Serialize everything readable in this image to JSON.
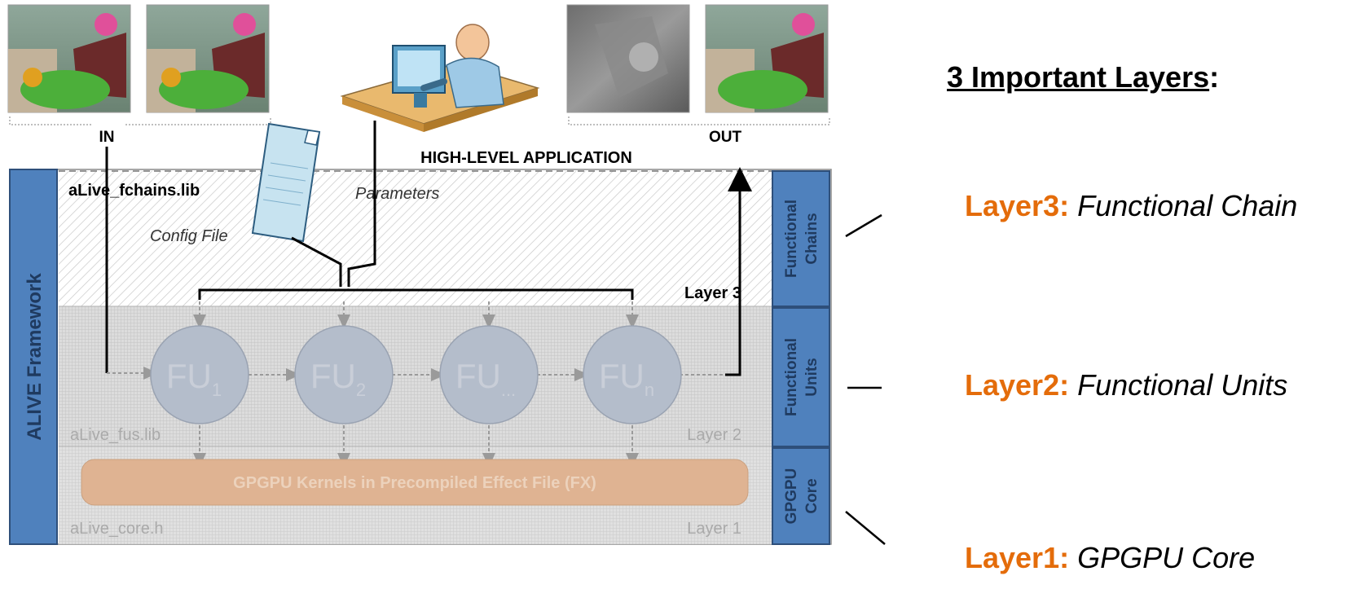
{
  "diagram": {
    "labels": {
      "in": "IN",
      "out": "OUT",
      "high_level_application": "HIGH-LEVEL APPLICATION",
      "fchains_lib": "aLive_fchains.lib",
      "parameters": "Parameters",
      "config_file": "Config File",
      "layer3": "Layer 3",
      "fus_lib": "aLive_fus.lib",
      "layer2": "Layer 2",
      "core_h": "aLive_core.h",
      "layer1": "Layer 1",
      "gpgpu_kernels": "GPGPU Kernels in Precompiled Effect File (FX)",
      "framework": "ALIVE Framework"
    },
    "functional_units": [
      {
        "base": "FU",
        "sub": "1"
      },
      {
        "base": "FU",
        "sub": "2"
      },
      {
        "base": "FU",
        "sub": "..."
      },
      {
        "base": "FU",
        "sub": "n"
      }
    ],
    "side_tabs": [
      {
        "line1": "Functional",
        "line2": "Chains"
      },
      {
        "line1": "Functional",
        "line2": "Units"
      },
      {
        "line1": "GPGPU",
        "line2": "Core"
      }
    ],
    "colors": {
      "tab_blue": "#4f81bd",
      "tab_border": "#2e4f7a",
      "fu_circle": "#b4bdcb",
      "kernel_bar": "#dfb392",
      "accent_orange": "#e46c0a"
    },
    "icons": [
      "input-image-left-icon",
      "input-image-right-icon",
      "person-at-computer-icon",
      "config-file-icon",
      "depth-map-image-icon",
      "output-image-icon"
    ]
  },
  "summary": {
    "heading_main": "3 Important Layers",
    "heading_suffix": ":",
    "layers": [
      {
        "key": "Layer3:",
        "value": "Functional Chain"
      },
      {
        "key": "Layer2:",
        "value": "Functional Units"
      },
      {
        "key": "Layer1:",
        "value": "GPGPU Core"
      }
    ]
  }
}
